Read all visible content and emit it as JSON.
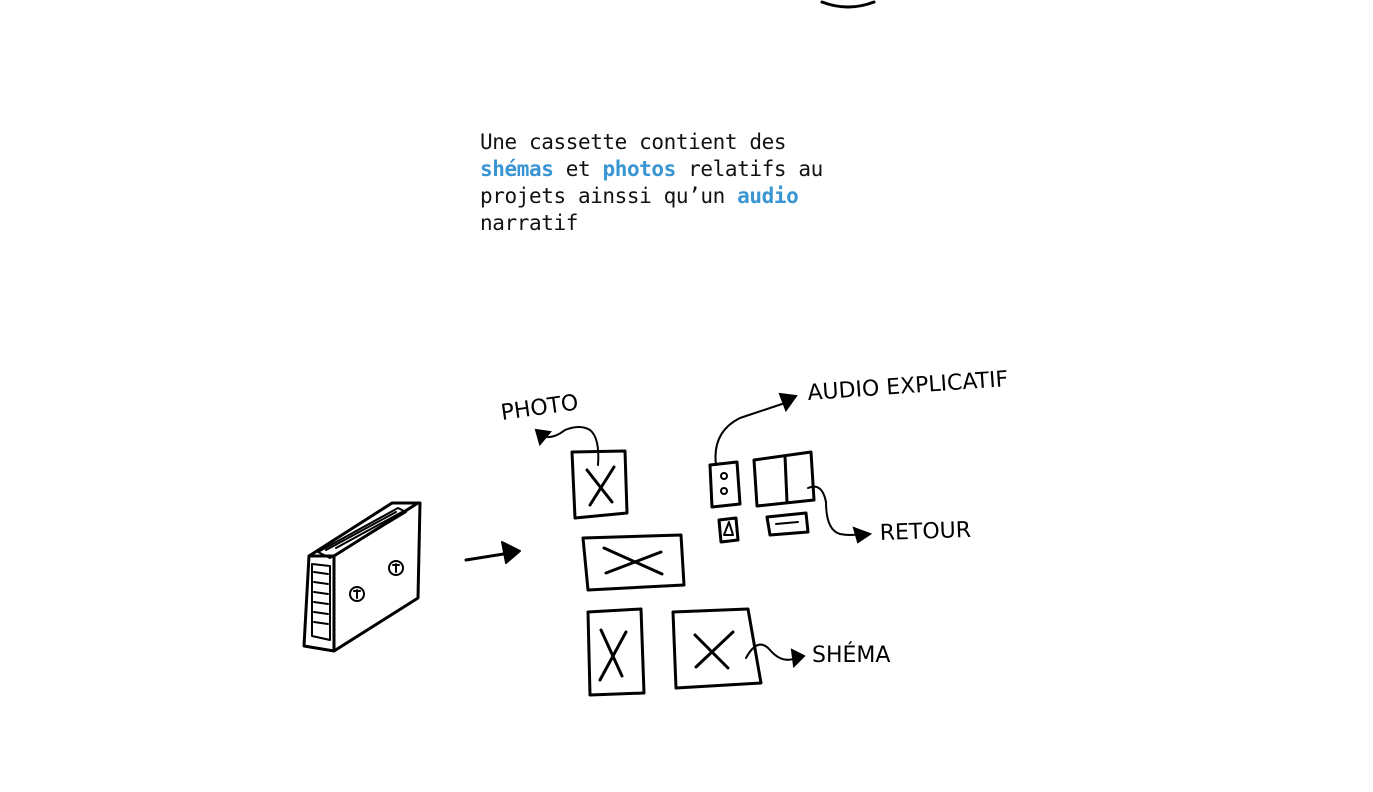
{
  "intro": {
    "line1": "Une cassette contient des",
    "word_schemas": "shémas",
    "word_et": " et ",
    "word_photos": "photos",
    "line2_rest": " relatifs au",
    "line3_start": "projets ainssi qu’un ",
    "word_audio": "audio",
    "line4": "narratif",
    "highlight_color": "#3a95d3"
  },
  "sketch": {
    "label_photo": "PHOTO",
    "label_audio": "AUDIO EXPLICATIF",
    "label_retour": "RETOUR",
    "label_schema": "SHÉMA"
  }
}
